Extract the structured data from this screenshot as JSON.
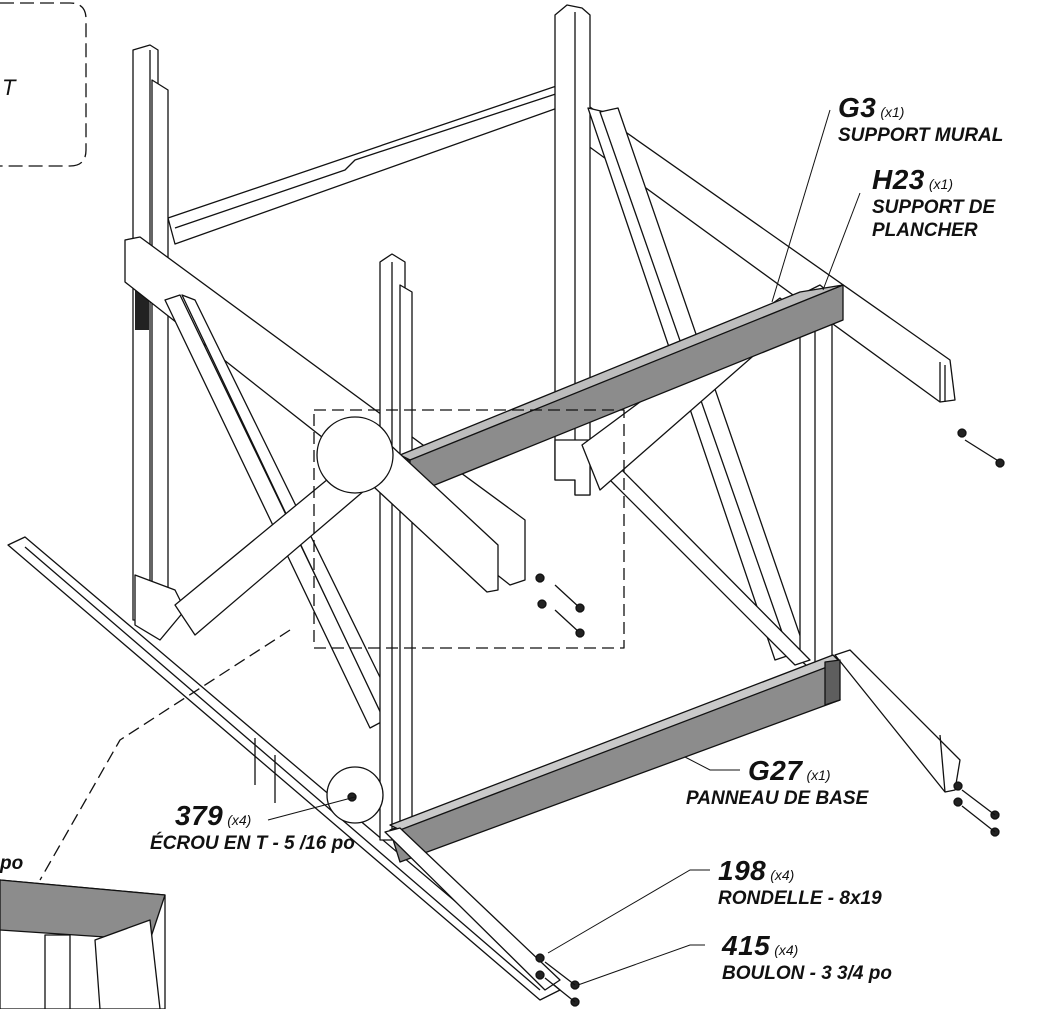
{
  "labels": {
    "g3": {
      "code": "G3",
      "qty": "(x1)",
      "desc": "SUPPORT MURAL"
    },
    "h23": {
      "code": "H23",
      "qty": "(x1)",
      "desc_line1": "SUPPORT DE",
      "desc_line2": "PLANCHER"
    },
    "g27": {
      "code": "G27",
      "qty": "(x1)",
      "desc": "PANNEAU DE BASE"
    },
    "p379": {
      "code": "379",
      "qty": "(x4)",
      "desc": "ÉCROU EN T - 5 /16 po"
    },
    "p198": {
      "code": "198",
      "qty": "(x4)",
      "desc": "RONDELLE - 8x19"
    },
    "p415": {
      "code": "415",
      "qty": "(x4)",
      "desc": "BOULON - 3 3/4 po"
    }
  },
  "partial_texts": {
    "top_left": "T",
    "bottom_left": "po"
  },
  "colors": {
    "line": "#111111",
    "panel_fill": "#8c8c8c",
    "panel_dark": "#5e5e5e",
    "wood": "#ffffff"
  }
}
